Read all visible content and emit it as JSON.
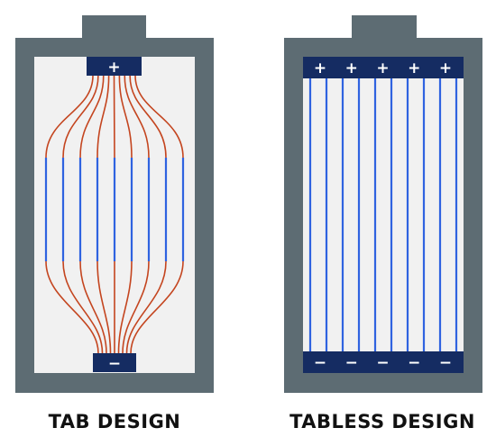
{
  "colors": {
    "casing": "#5d6c73",
    "interior": "#f1f1f1",
    "terminal": "#152c62",
    "electrode_blue": "#2f63e0",
    "electrode_red": "#c4451f",
    "caption": "#111111",
    "sign": "#ffffff"
  },
  "tab_design": {
    "caption": "TAB DESIGN",
    "positive_sign": "+",
    "negative_sign": "−",
    "electrode_count": 9
  },
  "tableless_design": {
    "caption": "TABLESS DESIGN",
    "positive_signs": [
      "+",
      "+",
      "+",
      "+",
      "+"
    ],
    "negative_signs": [
      "−",
      "−",
      "−",
      "−",
      "−"
    ],
    "electrode_count": 10
  }
}
